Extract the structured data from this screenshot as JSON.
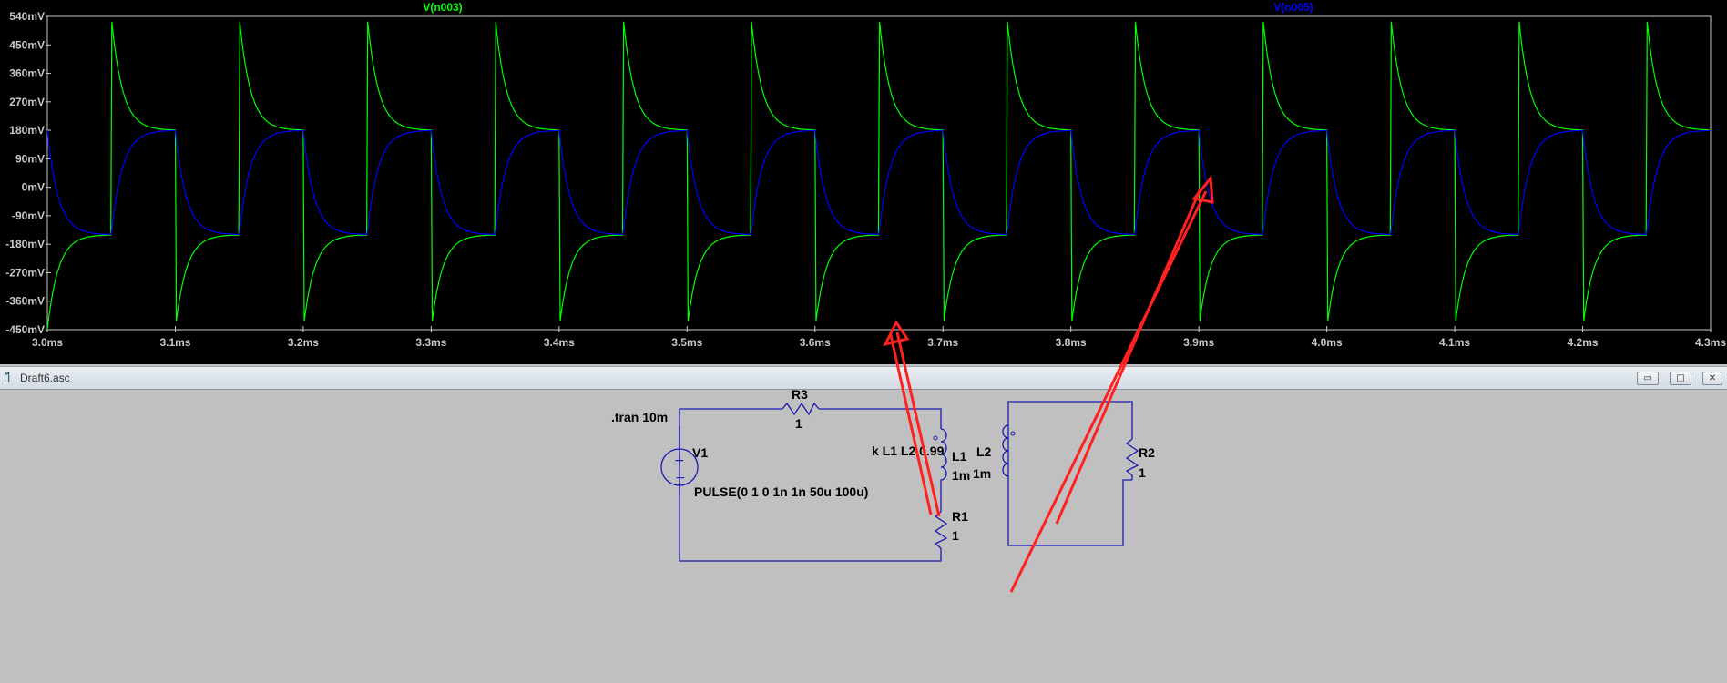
{
  "plot": {
    "trace_labels": [
      {
        "text": "V(n003)",
        "color": "#00ff00"
      },
      {
        "text": "V(n005)",
        "color": "#0000ff"
      }
    ],
    "y_ticks": [
      "540mV",
      "450mV",
      "360mV",
      "270mV",
      "180mV",
      "90mV",
      "0mV",
      "-90mV",
      "-180mV",
      "-270mV",
      "-360mV",
      "-450mV"
    ],
    "x_ticks": [
      "3.0ms",
      "3.1ms",
      "3.2ms",
      "3.3ms",
      "3.4ms",
      "3.5ms",
      "3.6ms",
      "3.7ms",
      "3.8ms",
      "3.9ms",
      "4.0ms",
      "4.1ms",
      "4.2ms",
      "4.3ms"
    ],
    "colors": {
      "background": "#000000",
      "grid": "#3a3a3a",
      "axis": "#c8c8c8",
      "annotation_arrow": "#ff2020"
    }
  },
  "chart_data": {
    "type": "line",
    "title": "",
    "xlabel": "",
    "ylabel": "",
    "xlim": [
      3.0,
      4.3
    ],
    "x_unit": "ms",
    "ylim": [
      -450,
      540
    ],
    "y_unit": "mV",
    "grid": true,
    "legend": "top",
    "period_ms": 0.1,
    "pulse_high_ms": 0.05,
    "series": [
      {
        "name": "V(n003)",
        "color": "#00ff00",
        "peak_mV": 540,
        "trough_mV": -450,
        "settle_high_mV": 180,
        "settle_low_mV": -150,
        "note_values_mV": [
          540,
          180,
          -450,
          -150
        ]
      },
      {
        "name": "V(n005)",
        "color": "#0000ff",
        "high_mV": 180,
        "low_mV": -150
      }
    ]
  },
  "window": {
    "title": "Draft6.asc",
    "icon": "ltspice-icon",
    "buttons": [
      {
        "name": "minimize-button",
        "glyph": "▭"
      },
      {
        "name": "maximize-button",
        "glyph": "□"
      },
      {
        "name": "close-button",
        "glyph": "✕"
      }
    ]
  },
  "schematic": {
    "directive_tran": ".tran 10m",
    "directive_k": "k L1 L2 0.99",
    "r3": {
      "name": "R3",
      "value": "1"
    },
    "v1": {
      "name": "V1",
      "value": "PULSE(0 1 0 1n 1n 50u 100u)"
    },
    "l1": {
      "name": "L1",
      "value": "1m"
    },
    "r1": {
      "name": "R1",
      "value": "1"
    },
    "l2": {
      "name": "L2",
      "value": "1m"
    },
    "r2": {
      "name": "R2",
      "value": "1"
    },
    "wire_color": "#1a1ab0"
  }
}
